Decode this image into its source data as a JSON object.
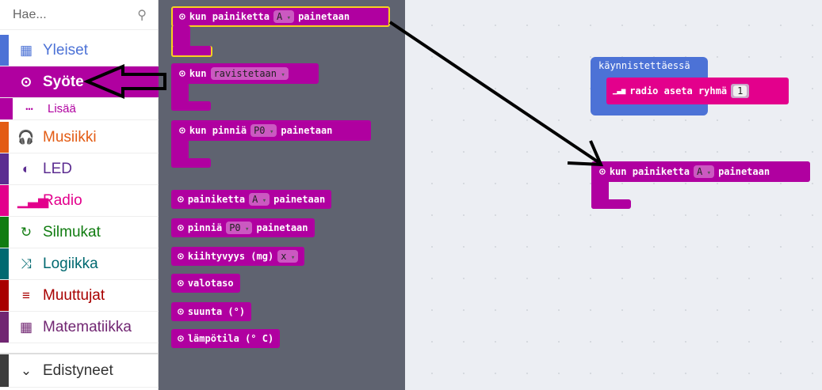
{
  "search": {
    "placeholder": "Hae..."
  },
  "categories": [
    {
      "label": "Yleiset",
      "color": "#4c72d6",
      "icon": "grid-icon",
      "glyph": "▦"
    },
    {
      "label": "Syöte",
      "color": "#b000a0",
      "icon": "target-icon",
      "glyph": "⊙"
    },
    {
      "label": "Lisää",
      "color": "#b000a0",
      "icon": "more-icon",
      "glyph": "•••"
    },
    {
      "label": "Musiikki",
      "color": "#e35c14",
      "icon": "headphones-icon",
      "glyph": "🎧"
    },
    {
      "label": "LED",
      "color": "#5c2d91",
      "icon": "toggle-icon",
      "glyph": "◐"
    },
    {
      "label": "Radio",
      "color": "#e3008c",
      "icon": "signal-icon",
      "glyph": "▁▃▅"
    },
    {
      "label": "Silmukat",
      "color": "#107c10",
      "icon": "refresh-icon",
      "glyph": "↻"
    },
    {
      "label": "Logiikka",
      "color": "#006970",
      "icon": "shuffle-icon",
      "glyph": "⤨"
    },
    {
      "label": "Muuttujat",
      "color": "#a80000",
      "icon": "list-icon",
      "glyph": "≡"
    },
    {
      "label": "Matematiikka",
      "color": "#712672",
      "icon": "calculator-icon",
      "glyph": "▦"
    },
    {
      "label": "Edistyneet",
      "color": "#3c3c3c",
      "icon": "chevron-down-icon",
      "glyph": "⌄"
    }
  ],
  "flyout": {
    "b1": {
      "a": "kun painiketta",
      "dd": "A",
      "b": "painetaan"
    },
    "b2": {
      "a": "kun",
      "dd": "ravistetaan"
    },
    "b3": {
      "a": "kun pinniä",
      "dd": "P0",
      "b": "painetaan"
    },
    "b4": {
      "a": "painiketta",
      "dd": "A",
      "b": "painetaan"
    },
    "b5": {
      "a": "pinniä",
      "dd": "P0",
      "b": "painetaan"
    },
    "b6": {
      "a": "kiihtyvyys (mg)",
      "dd": "x"
    },
    "b7": {
      "a": "valotaso"
    },
    "b8": {
      "a": "suunta (°)"
    },
    "b9": {
      "a": "lämpötila (° C)"
    }
  },
  "workspace": {
    "start": {
      "label": "käynnistettäessä"
    },
    "radio": {
      "label": "radio aseta ryhmä",
      "value": "1"
    },
    "button": {
      "a": "kun painiketta",
      "dd": "A",
      "b": "painetaan"
    }
  }
}
